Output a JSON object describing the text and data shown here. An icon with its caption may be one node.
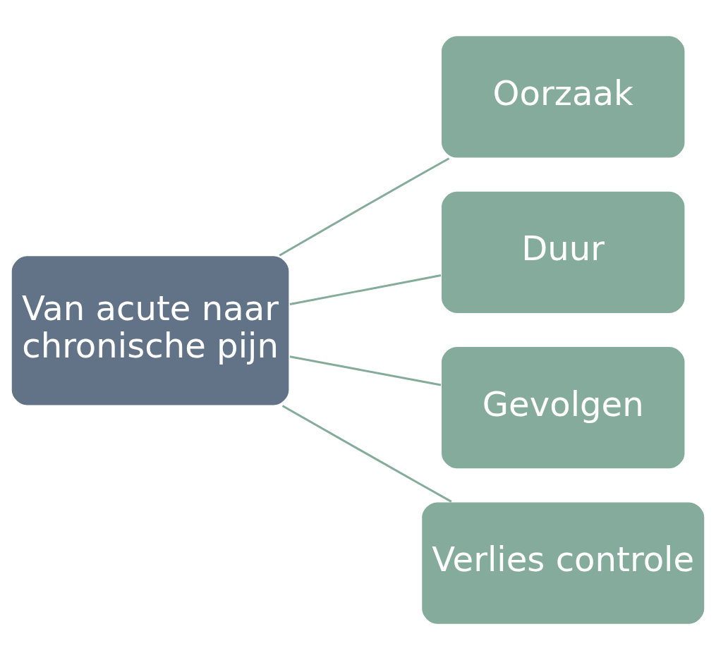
{
  "diagram": {
    "nodes": [
      {
        "text": [
          "Van acute naar chronische pijn"
        ]
      },
      {
        "text": [
          "Oorzaak"
        ]
      },
      {
        "text": [
          "Duur"
        ]
      },
      {
        "text": [
          "Gevolgen"
        ]
      },
      {
        "text": [
          "Verlies controle"
        ]
      }
    ],
    "edges": [
      {
        "from": 0,
        "to": 1,
        "arrow": "none"
      },
      {
        "from": 0,
        "to": 2,
        "arrow": "none"
      },
      {
        "from": 0,
        "to": 3,
        "arrow": "none"
      },
      {
        "from": 0,
        "to": 4,
        "arrow": "none"
      }
    ]
  }
}
